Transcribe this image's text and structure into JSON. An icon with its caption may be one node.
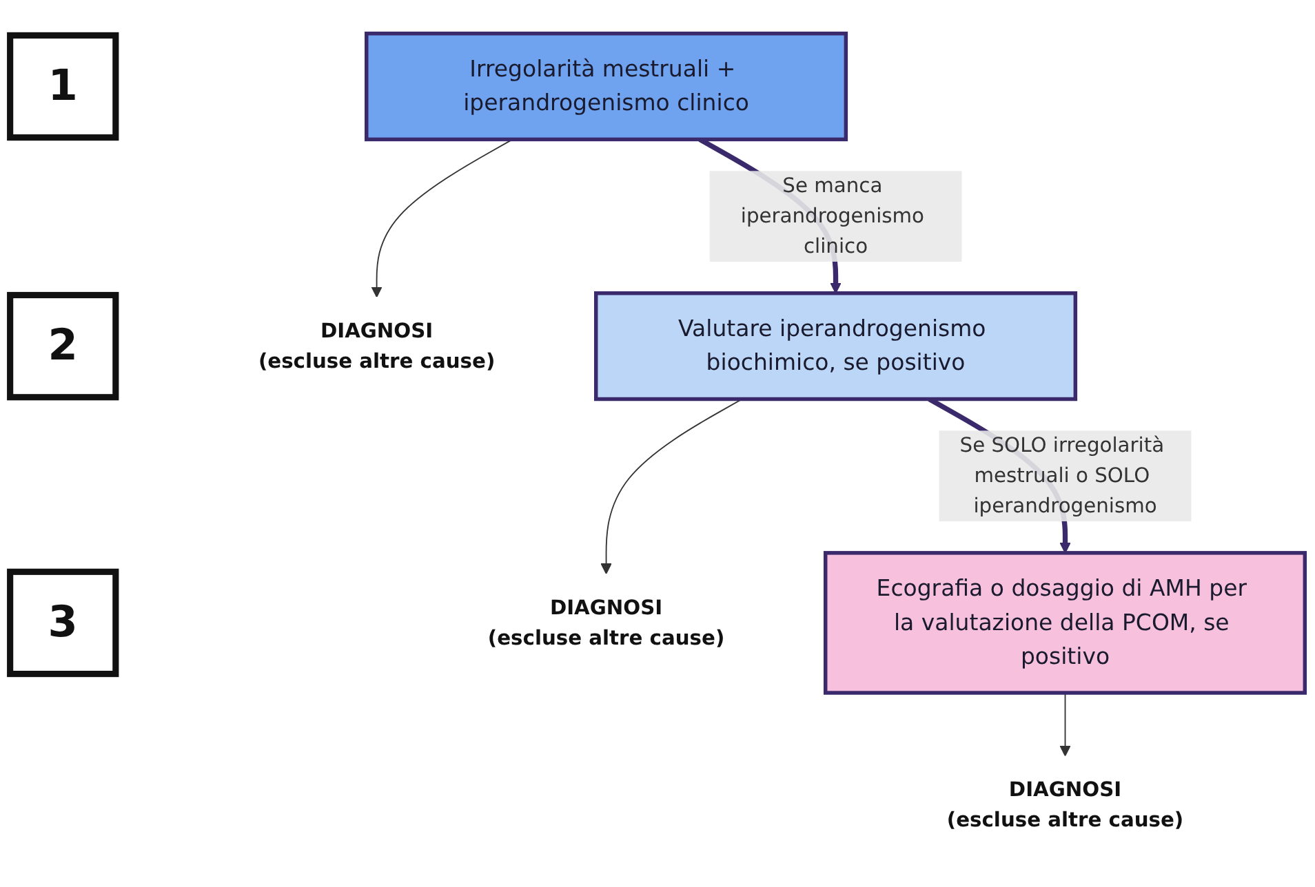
{
  "diagram": {
    "nodes": [
      {
        "text": [
          "1"
        ]
      },
      {
        "text": [
          "Irregolarità mestruali + iperandrogenismo clinico"
        ]
      },
      {
        "text": [
          "DIAGNOSI",
          "(escluse altre cause)"
        ]
      },
      {
        "text": [
          "2"
        ]
      },
      {
        "text": [
          "Valutare iperandrogenismo biochimico, se positivo"
        ]
      },
      {
        "text": [
          "DIAGNOSI",
          "(escluse altre cause)"
        ]
      },
      {
        "text": [
          "3"
        ]
      },
      {
        "text": [
          "Ecografia o dosaggio di AMH per la valutazione della PCOM, se positivo"
        ]
      },
      {
        "text": [
          "DIAGNOSI",
          "(escluse altre cause)"
        ]
      }
    ],
    "edges": [
      {
        "from": 1,
        "to": 2,
        "arrow": "to"
      },
      {
        "from": 1,
        "to": 4,
        "arrow": "to",
        "label": "Se manca iperandrogenismo clinico",
        "style": "thick",
        "color": "#3b2a6b"
      },
      {
        "from": 4,
        "to": 5,
        "arrow": "to"
      },
      {
        "from": 4,
        "to": 7,
        "arrow": "to",
        "label": "Se SOLO irregolarità mestruali o SOLO iperandrogenismo",
        "style": "thick",
        "color": "#3b2a6b"
      },
      {
        "from": 7,
        "to": 8,
        "arrow": "to"
      }
    ]
  }
}
